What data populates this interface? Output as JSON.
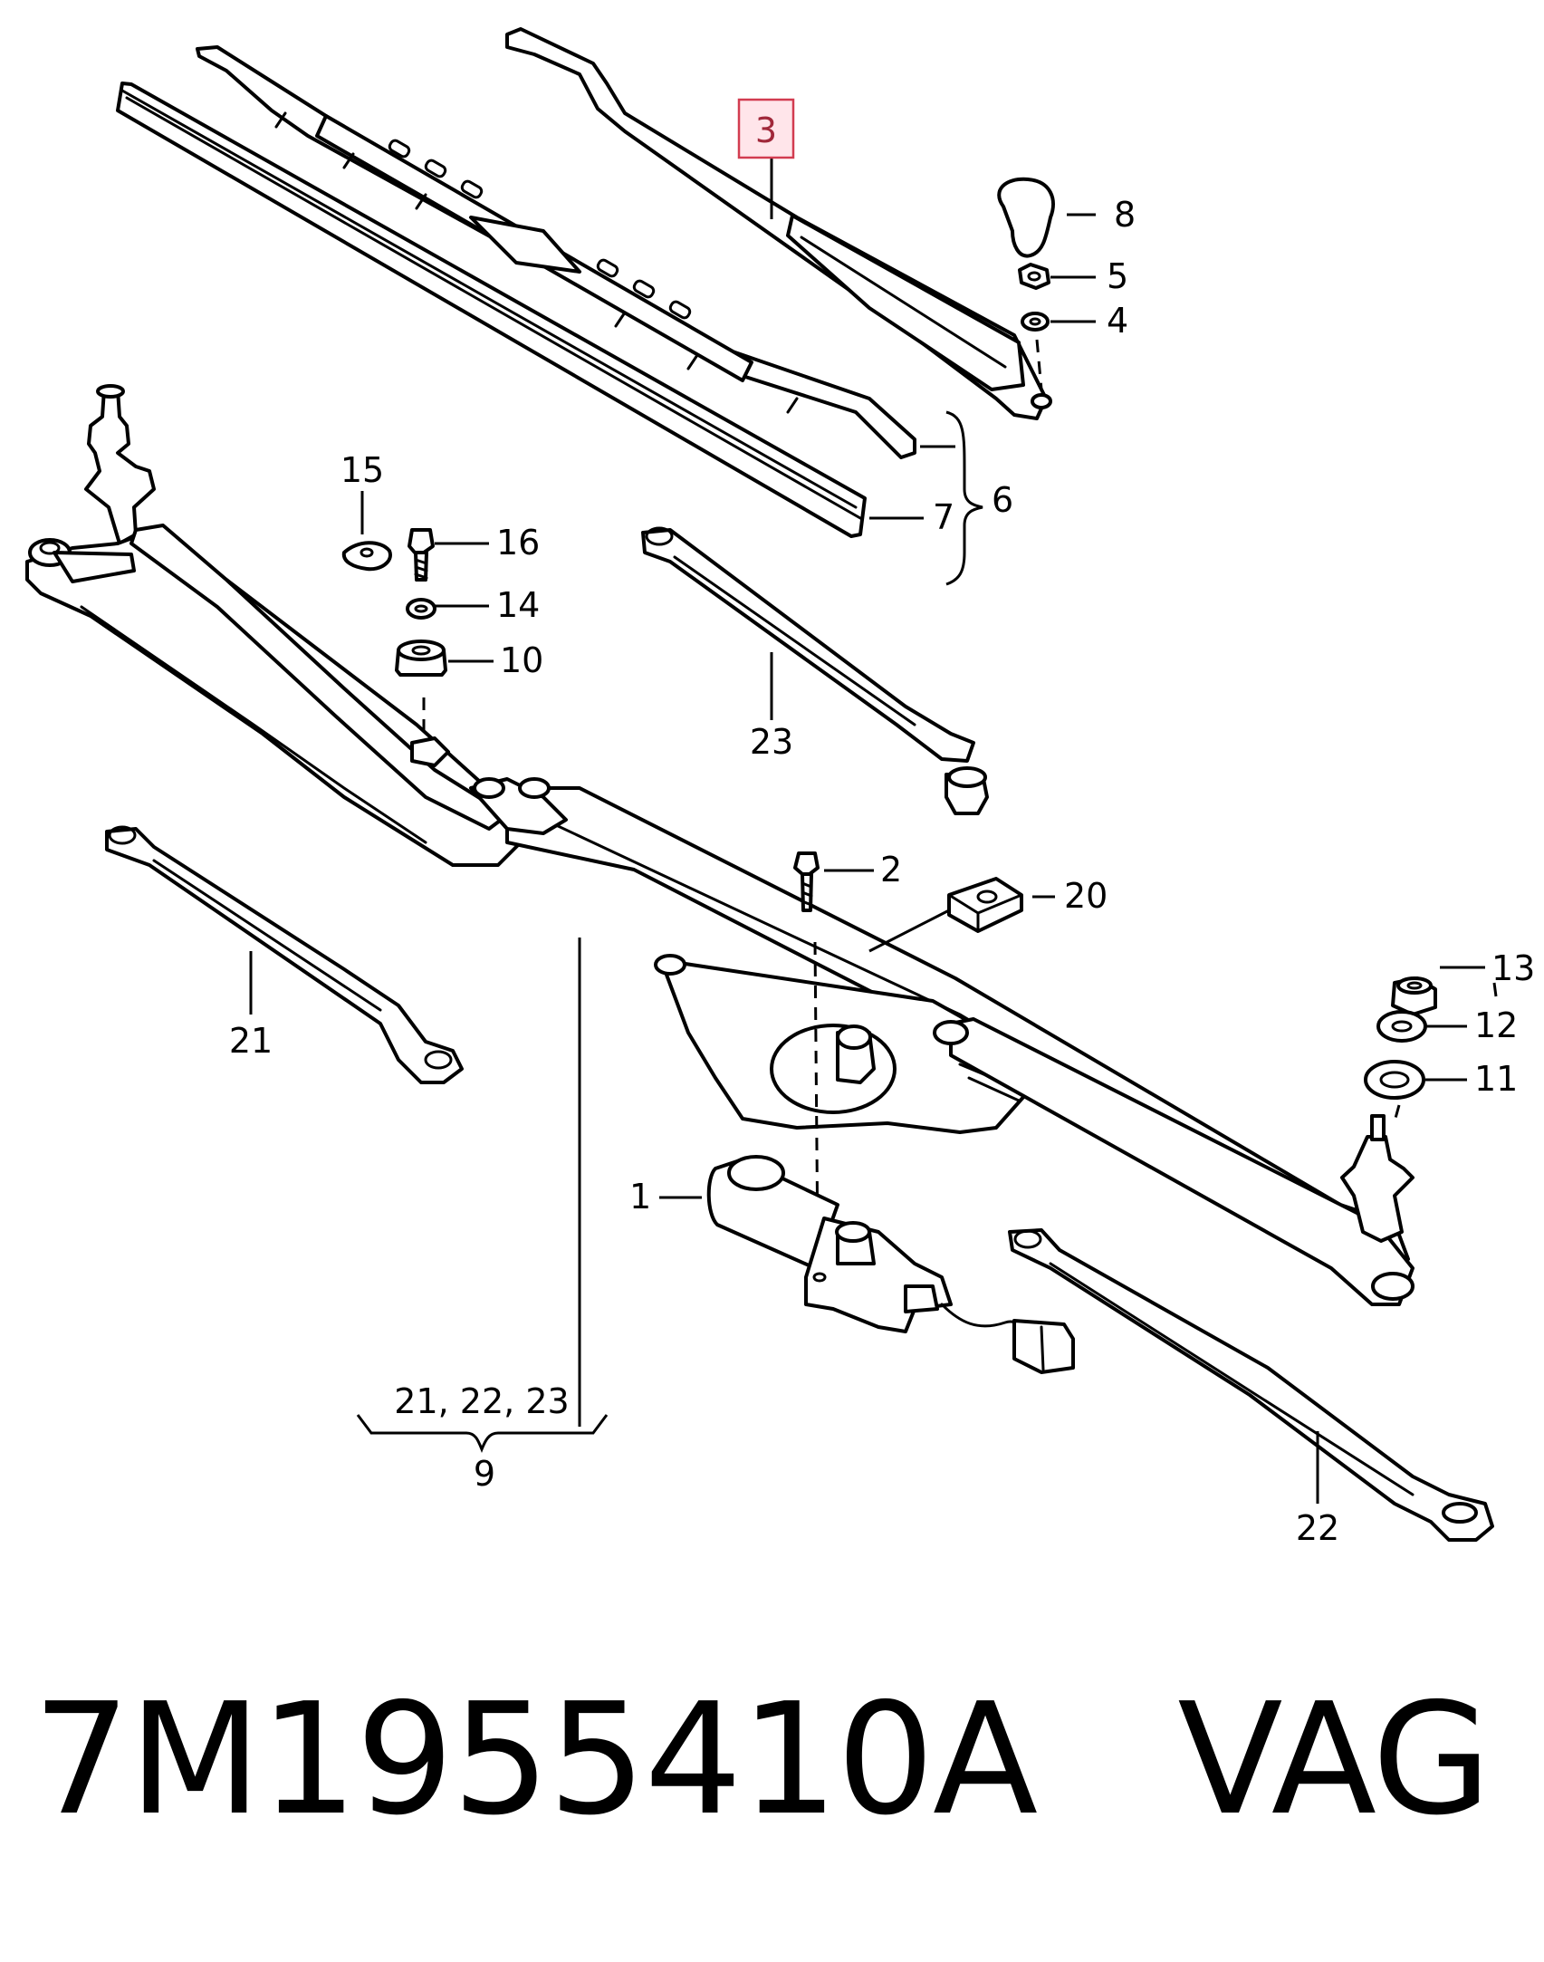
{
  "highlight": {
    "label": "3",
    "color": "#d23c50"
  },
  "callouts": [
    {
      "id": "8",
      "label": "8"
    },
    {
      "id": "5",
      "label": "5"
    },
    {
      "id": "4",
      "label": "4"
    },
    {
      "id": "6",
      "label": "6"
    },
    {
      "id": "7",
      "label": "7"
    },
    {
      "id": "15",
      "label": "15"
    },
    {
      "id": "16",
      "label": "16"
    },
    {
      "id": "14",
      "label": "14"
    },
    {
      "id": "10",
      "label": "10"
    },
    {
      "id": "23",
      "label": "23"
    },
    {
      "id": "2",
      "label": "2"
    },
    {
      "id": "20",
      "label": "20"
    },
    {
      "id": "21",
      "label": "21"
    },
    {
      "id": "13",
      "label": "13"
    },
    {
      "id": "12",
      "label": "12"
    },
    {
      "id": "11",
      "label": "11"
    },
    {
      "id": "1",
      "label": "1"
    },
    {
      "id": "22",
      "label": "22"
    },
    {
      "id": "9-group",
      "label": "21, 22, 23"
    },
    {
      "id": "9",
      "label": "9"
    }
  ],
  "footer": {
    "part_number": "7M1955410A",
    "brand": "VAG",
    "text": "7M1955410A   VAG"
  }
}
